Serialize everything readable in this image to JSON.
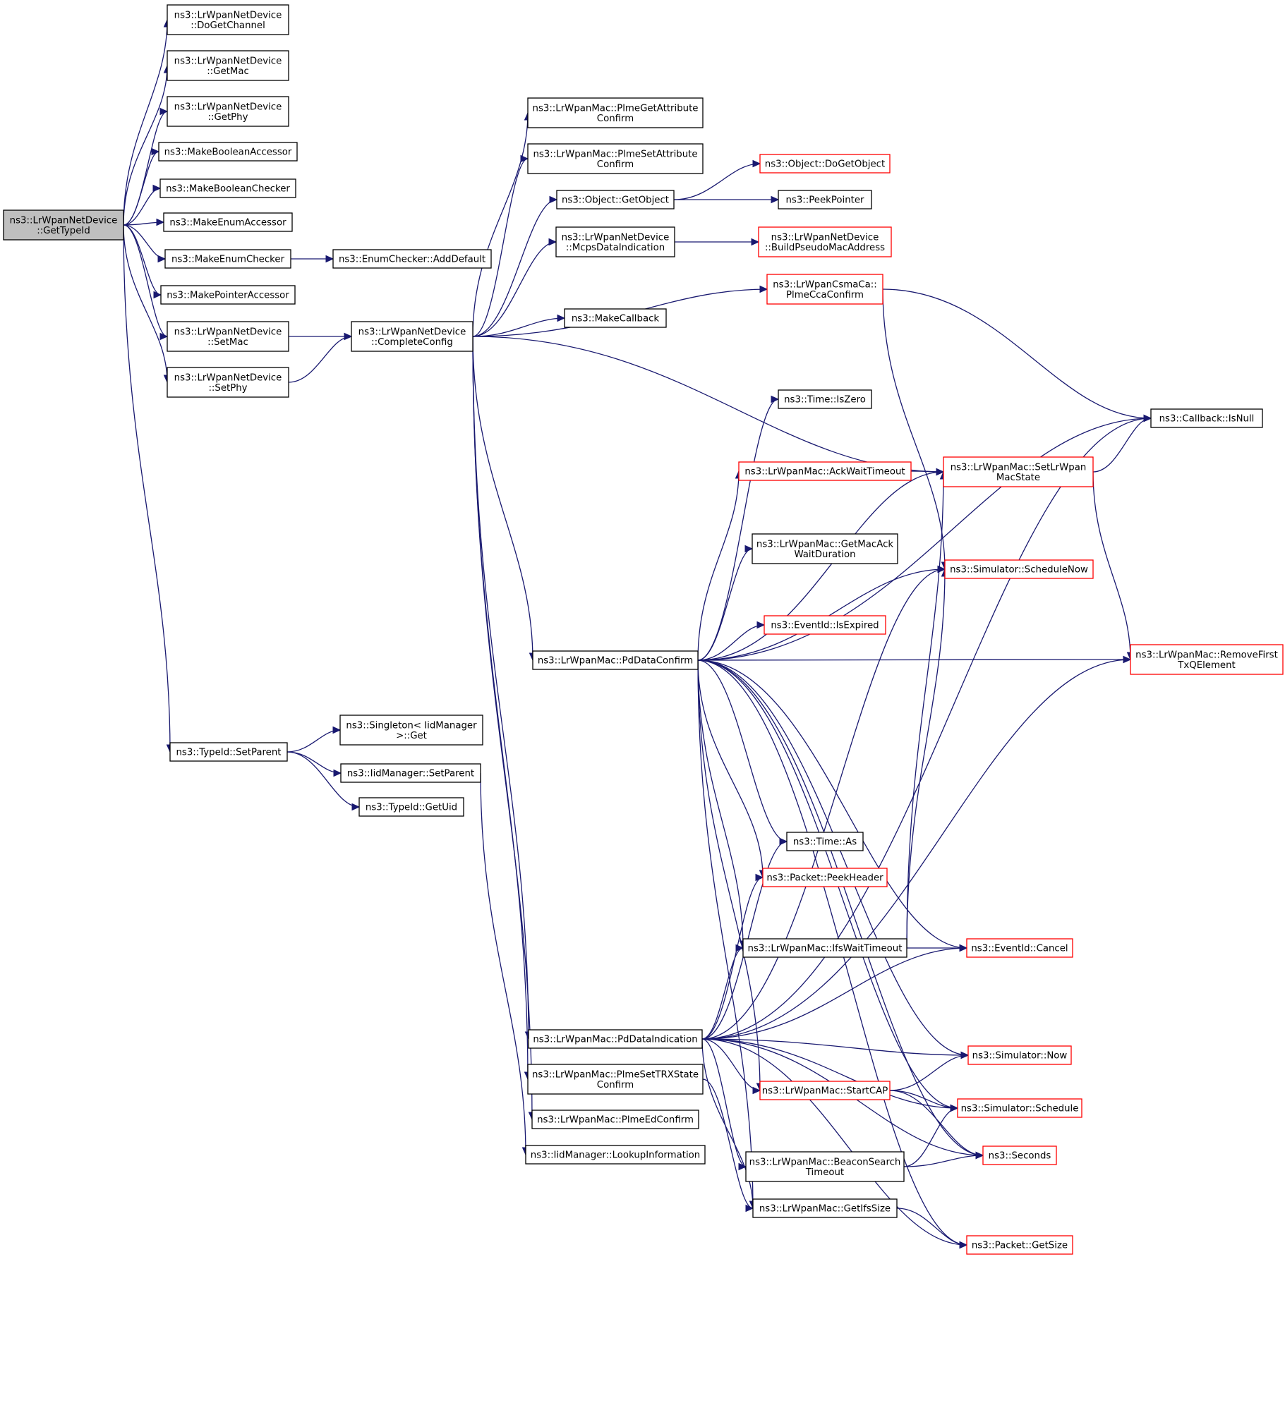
{
  "colors": {
    "edge": "#191970",
    "node_border": "#000000",
    "node_border_truncated": "#ff0000",
    "root_fill": "#bfbfbf",
    "background": "#ffffff"
  },
  "nodes": {
    "gettypeid": [
      "ns3::LrWpanNetDevice",
      "::GetTypeId"
    ],
    "dogetchannel": [
      "ns3::LrWpanNetDevice",
      "::DoGetChannel"
    ],
    "getmac": [
      "ns3::LrWpanNetDevice",
      "::GetMac"
    ],
    "getphy": [
      "ns3::LrWpanNetDevice",
      "::GetPhy"
    ],
    "makebooleanaccessor": [
      "ns3::MakeBooleanAccessor"
    ],
    "makebooleanchecker": [
      "ns3::MakeBooleanChecker"
    ],
    "makeenumaccessor": [
      "ns3::MakeEnumAccessor"
    ],
    "makeenumchecker": [
      "ns3::MakeEnumChecker"
    ],
    "makepointeraccessor": [
      "ns3::MakePointerAccessor"
    ],
    "setmac": [
      "ns3::LrWpanNetDevice",
      "::SetMac"
    ],
    "setphy": [
      "ns3::LrWpanNetDevice",
      "::SetPhy"
    ],
    "setparent_typeid": [
      "ns3::TypeId::SetParent"
    ],
    "adddefault": [
      "ns3::EnumChecker::AddDefault"
    ],
    "completeconfig": [
      "ns3::LrWpanNetDevice",
      "::CompleteConfig"
    ],
    "singletonget": [
      "ns3::Singleton< IidManager",
      ">::Get"
    ],
    "iidsetparent": [
      "ns3::IidManager::SetParent"
    ],
    "getuid": [
      "ns3::TypeId::GetUid"
    ],
    "plmegetattr": [
      "ns3::LrWpanMac::PlmeGetAttribute",
      "Confirm"
    ],
    "plmesetattr": [
      "ns3::LrWpanMac::PlmeSetAttribute",
      "Confirm"
    ],
    "getobject": [
      "ns3::Object::GetObject"
    ],
    "mcpsdata": [
      "ns3::LrWpanNetDevice",
      "::McpsDataIndication"
    ],
    "makecallback": [
      "ns3::MakeCallback"
    ],
    "pddataconfirm": [
      "ns3::LrWpanMac::PdDataConfirm"
    ],
    "pddataindication": [
      "ns3::LrWpanMac::PdDataIndication"
    ],
    "plmesettrx": [
      "ns3::LrWpanMac::PlmeSetTRXState",
      "Confirm"
    ],
    "plmeed": [
      "ns3::LrWpanMac::PlmeEdConfirm"
    ],
    "lookupinfo": [
      "ns3::IidManager::LookupInformation"
    ],
    "dogetobject": [
      "ns3::Object::DoGetObject"
    ],
    "peekpointer": [
      "ns3::PeekPointer"
    ],
    "buildpseudo": [
      "ns3::LrWpanNetDevice",
      "::BuildPseudoMacAddress"
    ],
    "plmecca": [
      "ns3::LrWpanCsmaCa::",
      "PlmeCcaConfirm"
    ],
    "timeiszero": [
      "ns3::Time::IsZero"
    ],
    "ackwait": [
      "ns3::LrWpanMac::AckWaitTimeout"
    ],
    "getmacack": [
      "ns3::LrWpanMac::GetMacAck",
      "WaitDuration"
    ],
    "isexpired": [
      "ns3::EventId::IsExpired"
    ],
    "timeas": [
      "ns3::Time::As"
    ],
    "peekheader": [
      "ns3::Packet::PeekHeader"
    ],
    "ifswait": [
      "ns3::LrWpanMac::IfsWaitTimeout"
    ],
    "startcap": [
      "ns3::LrWpanMac::StartCAP"
    ],
    "beaconsearch": [
      "ns3::LrWpanMac::BeaconSearch",
      "Timeout"
    ],
    "getifssize": [
      "ns3::LrWpanMac::GetIfsSize"
    ],
    "isnull": [
      "ns3::Callback::IsNull"
    ],
    "setlrwpan": [
      "ns3::LrWpanMac::SetLrWpan",
      "MacState"
    ],
    "schedulenow": [
      "ns3::Simulator::ScheduleNow"
    ],
    "removefirst": [
      "ns3::LrWpanMac::RemoveFirst",
      "TxQElement"
    ],
    "cancel": [
      "ns3::EventId::Cancel"
    ],
    "simnow": [
      "ns3::Simulator::Now"
    ],
    "schedule": [
      "ns3::Simulator::Schedule"
    ],
    "seconds": [
      "ns3::Seconds"
    ],
    "getsize": [
      "ns3::Packet::GetSize"
    ]
  }
}
